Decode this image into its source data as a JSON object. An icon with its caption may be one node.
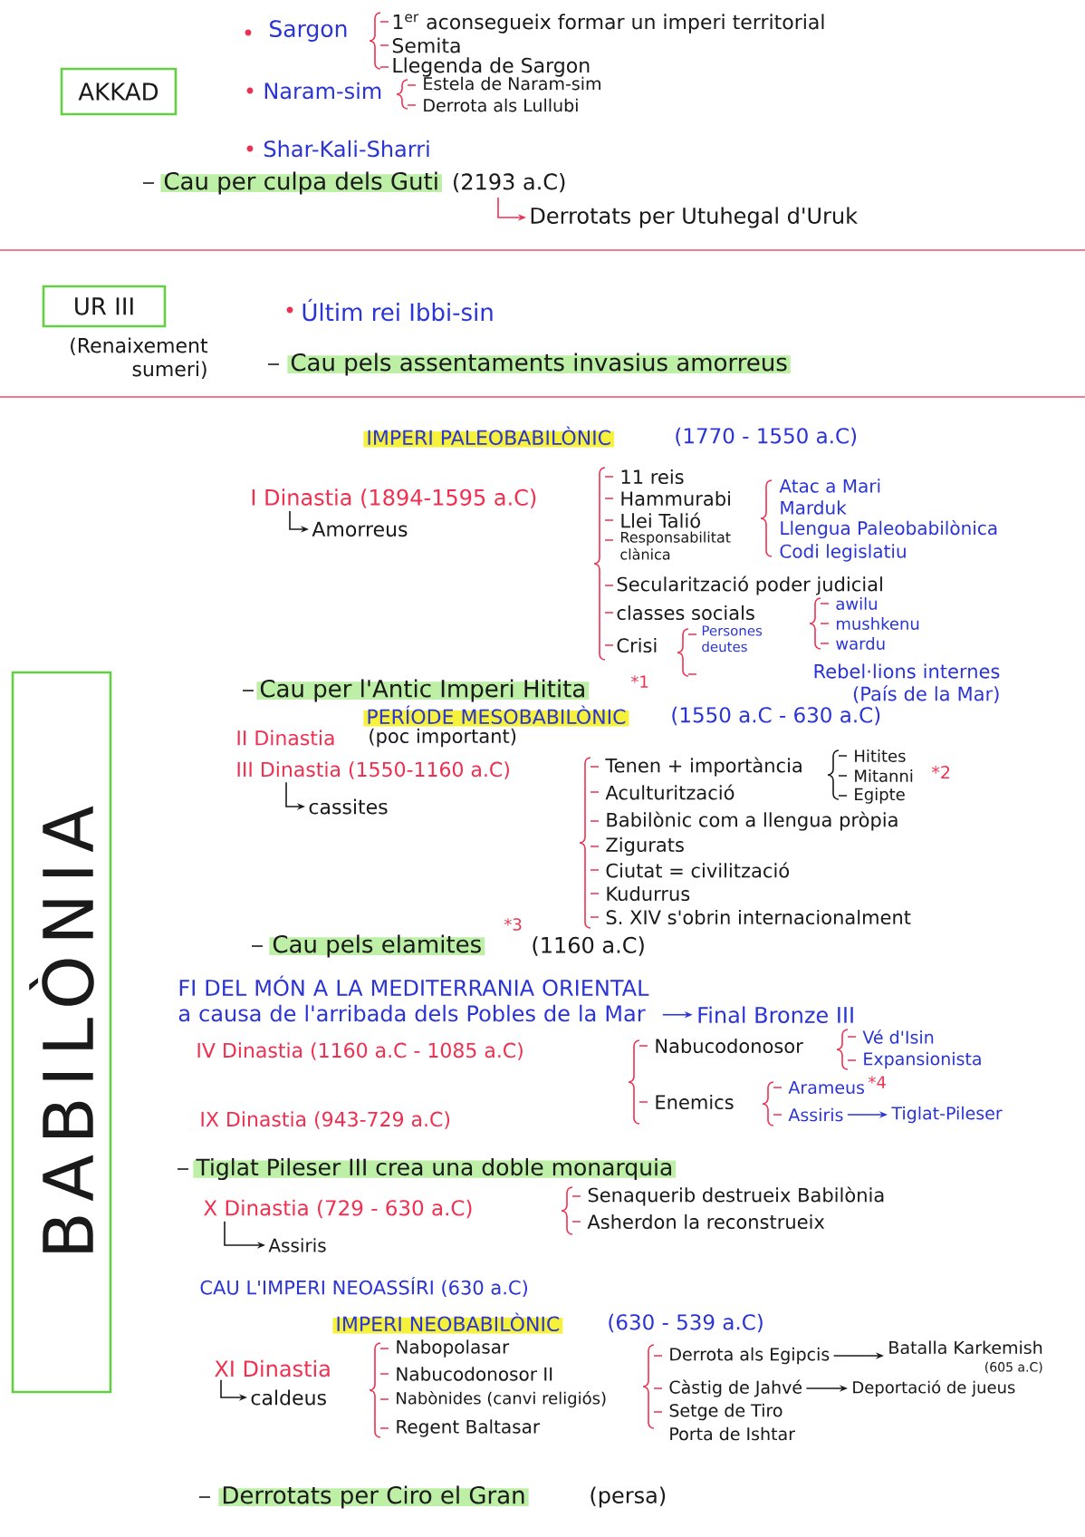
{
  "diagram": {
    "nodes": [
      {
        "text": [
          "AKKAD"
        ]
      },
      {
        "text": [
          "Cau per culpa dels Guti",
          "(2193 a.C)"
        ]
      },
      {
        "text": [
          "Derrotats per Utuhegal d'Uruk"
        ]
      },
      {
        "text": [
          "UR III"
        ],
        "beside": [
          "(Renaixement sumeri)"
        ]
      },
      {
        "text": [
          "BABILÒNIA"
        ]
      },
      {
        "text": [
          "I Dinastia (1894-1595 a.C)"
        ]
      },
      {
        "text": [
          "Amorreus"
        ]
      },
      {
        "text": [
          "III Dinastia (1550-1160 a.C)"
        ]
      },
      {
        "text": [
          "cassites"
        ]
      },
      {
        "text": [
          "FI DEL MÓN A LA MEDITERRANIA ORIENTAL a causa de l'arribada dels Pobles de la Mar"
        ]
      },
      {
        "text": [
          "Final Bronze III"
        ]
      },
      {
        "text": [
          "Assiris"
        ]
      },
      {
        "text": [
          "Tiglat-Pileser"
        ]
      },
      {
        "text": [
          "X Dinastia (729 - 630 a.C)"
        ]
      },
      {
        "text": [
          "Assiris"
        ]
      },
      {
        "text": [
          "XI Dinastia"
        ]
      },
      {
        "text": [
          "caldeus"
        ]
      },
      {
        "text": [
          "Derrota als Egipcis"
        ]
      },
      {
        "text": [
          "Batalla Karkemish",
          "(605 a.C)"
        ]
      },
      {
        "text": [
          "Càstig de Jahvé"
        ]
      },
      {
        "text": [
          "Deportació de jueus"
        ]
      }
    ],
    "edges": [
      {
        "from": 1,
        "to": 2,
        "arrow": "to",
        "color": "#f03050"
      },
      {
        "from": 5,
        "to": 6,
        "arrow": "to"
      },
      {
        "from": 7,
        "to": 8,
        "arrow": "to"
      },
      {
        "from": 9,
        "to": 10,
        "arrow": "to",
        "color": "#2b35d6"
      },
      {
        "from": 11,
        "to": 12,
        "arrow": "to",
        "color": "#2b35d6"
      },
      {
        "from": 13,
        "to": 14,
        "arrow": "to"
      },
      {
        "from": 15,
        "to": 16,
        "arrow": "to"
      },
      {
        "from": 17,
        "to": 18,
        "arrow": "to"
      },
      {
        "from": 19,
        "to": 20,
        "arrow": "to"
      }
    ],
    "labels": [
      "Sargon",
      "1$^{er}$ aconsegueix formar un imperi territorial",
      "Semita",
      "Llegenda de Sargon",
      "Naram-sim",
      "Estela de Naram-sim",
      "Derrota als Lullubi",
      "Shar-Kali-Sharri",
      "Últim rei Ibbi-sin",
      "Cau pels assentaments invasius amorreus",
      "IMPERI PALEOBABILÒNIC",
      "(1770 - 1550 a.C)",
      "11 reis",
      "Hammurabi",
      "Atac a Mari",
      "Marduk",
      "Llengua Paleobabilònica",
      "Codi legislatiu",
      "Llei Talió",
      "Responsabilitat clànica",
      "Secularització poder judicial",
      "classes socials",
      "awilu",
      "mushkenu",
      "Crisi",
      "Persones deutes",
      "wardu",
      "Rebel·lions internes (País de la Mar)",
      "Cau per l'Antic Imperi Hitita",
      "*1",
      "PERÍODE MESOBABILÒNIC",
      "(1550 a.C - 630 a.C)",
      "II Dinastia",
      "(poc important)",
      "Tenen + importància",
      "Hitites",
      "Mitanni",
      "*2",
      "Aculturització",
      "Egipte",
      "Babilònic com a llengua pròpia",
      "Zigurats",
      "Ciutat = civilització",
      "Kudurrus",
      "S. XIV s'obrin internacionalment",
      "Cau pels elamites",
      "*3",
      "(1160 a.C)",
      "IV Dinastia (1160 a.C - 1085 a.C)",
      "Nabucodonosor",
      "Vé d'Isin",
      "Expansionista",
      "IX Dinastia (943-729 a.C)",
      "Enemics",
      "Arameus",
      "*4",
      "Tiglat Pileser III crea una doble monarquia",
      "Senaquerib destrueix Babilònia",
      "Asherdon la reconstrueix",
      "CAU L'IMPERI NEOASSÍRI (630 a.C)",
      "IMPERI NEOBABILÒNIC",
      "(630 - 539 a.C)",
      "Nabopolasar",
      "Nabucodonosor II",
      "Nabònides (canvi religiós)",
      "Regent Baltasar",
      "Setge de Tiro",
      "Porta de Ishtar",
      "Derrotats per Ciro el Gran",
      "(persa)"
    ]
  }
}
